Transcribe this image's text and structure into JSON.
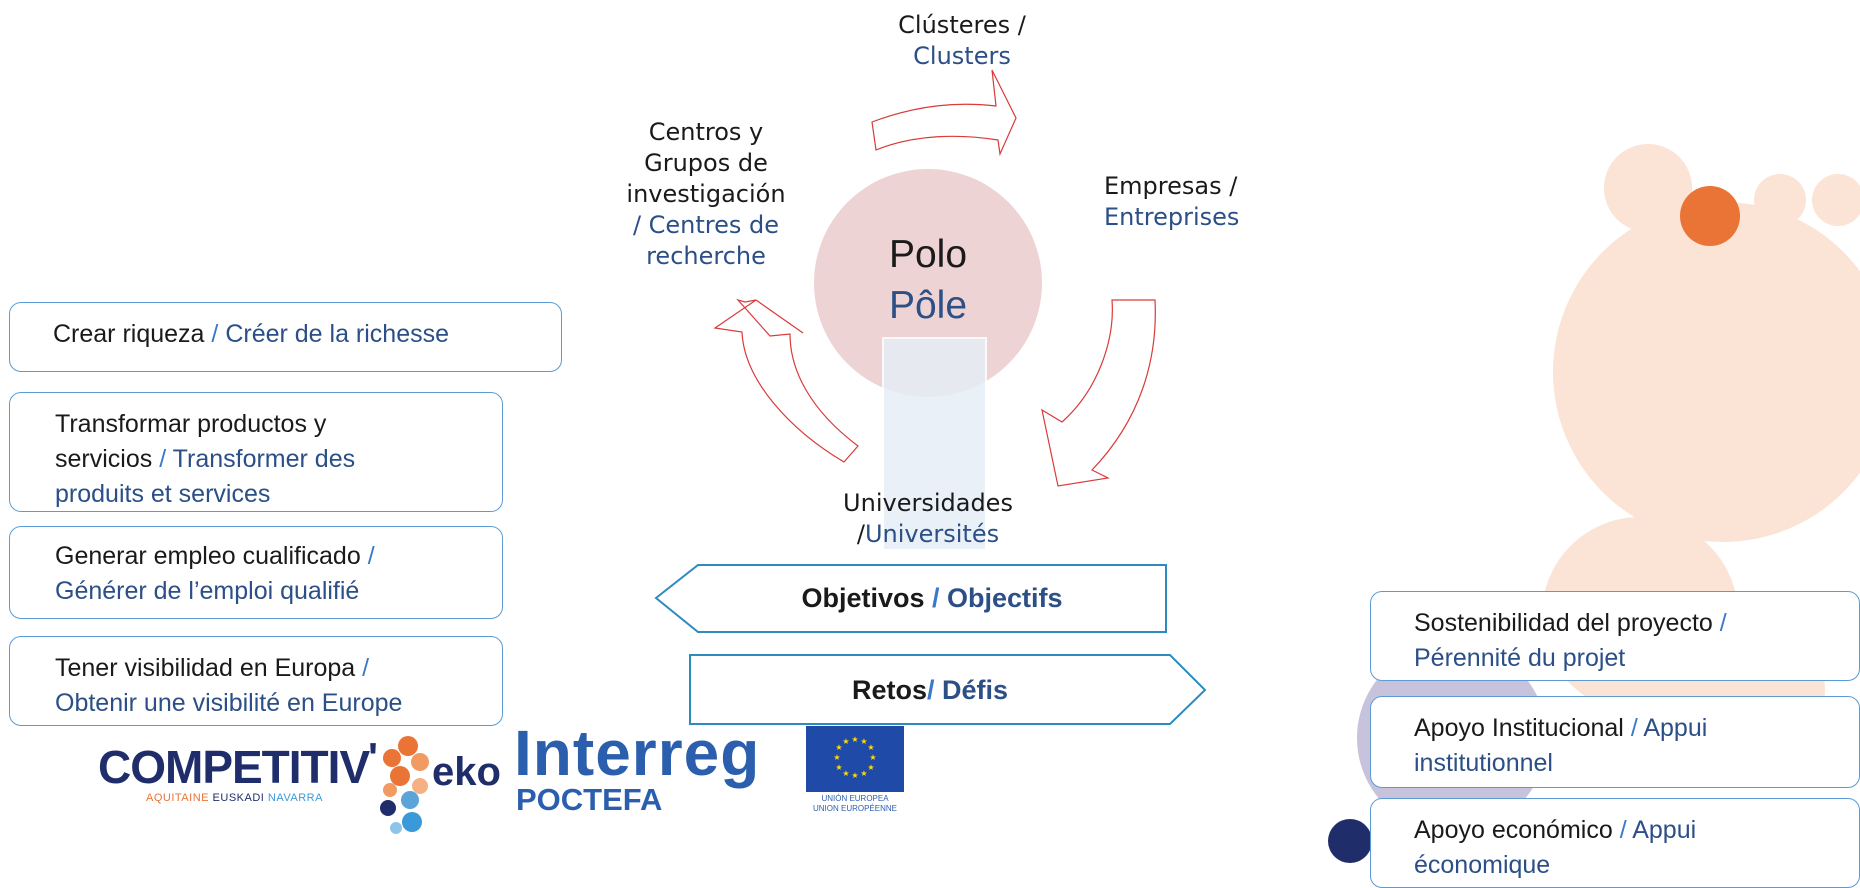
{
  "cycle": {
    "center": {
      "es": "Polo",
      "fr": "Pôle"
    },
    "clusters": {
      "es": "Clústeres /",
      "fr": "Clusters"
    },
    "empresas": {
      "es": "Empresas /",
      "fr": "Entreprises"
    },
    "universidades": {
      "es": "Universidades",
      "sep": "/",
      "fr": "Universités"
    },
    "centros": {
      "es1": "Centros y",
      "es2": "Grupos de",
      "es3": "investigación",
      "fr1": "/ Centres de",
      "fr2": "recherche"
    }
  },
  "objectives": {
    "label_es": "Objetivos",
    "sep": " / ",
    "label_fr": "Objectifs",
    "items": [
      {
        "es": "Crear riqueza",
        "fr": "Créer de la richesse"
      },
      {
        "es": "Transformar productos y",
        "es2": "servicios",
        "fr": "Transformer des",
        "fr2": "produits et services"
      },
      {
        "es": "Generar empleo cualificado",
        "fr": "Générer de l’emploi qualifié"
      },
      {
        "es": "Tener visibilidad en Europa",
        "fr": "Obtenir une visibilité en Europe"
      }
    ]
  },
  "challenges": {
    "label_es": "Retos",
    "sep": "/ ",
    "label_fr": "Défis",
    "items": [
      {
        "es": "Sostenibilidad del proyecto",
        "fr": "Pérennité du projet"
      },
      {
        "es": "Apoyo Institucional",
        "fr": "Appui",
        "fr2": "institutionnel"
      },
      {
        "es": "Apoyo económico",
        "fr": "Appui",
        "fr2": "économique"
      }
    ]
  },
  "logos": {
    "competitiveko": {
      "main": "COMPETITIV",
      "suffix": "eko",
      "regions": [
        "AQUITAINE",
        "EUSKADI",
        "NAVARRA"
      ]
    },
    "interreg": {
      "main": "Interreg",
      "sub": "POCTEFA"
    },
    "eu": {
      "line1": "UNIÓN EUROPEA",
      "line2": "UNION EUROPÉENNE"
    }
  },
  "colors": {
    "blue_text": "#2b4f86",
    "box_border": "#5b9bd5",
    "arrow_outline": "#d93a3a",
    "center_circle": "#edd3d3",
    "lavender": "#c8c3dc",
    "peach": "#fbe3d5",
    "orange": "#ea7435",
    "navy": "#1f2d6b"
  }
}
